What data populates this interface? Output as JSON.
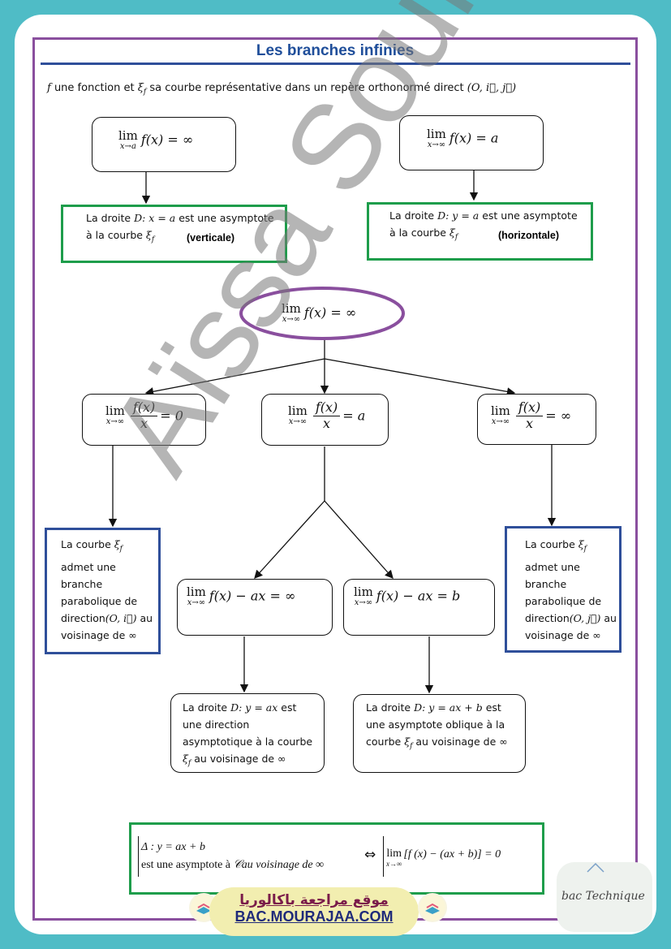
{
  "title": "Les branches infinies",
  "intro": {
    "f": "f",
    "text1": " une fonction et ",
    "xi": "ξ",
    "xi_sub": "f",
    "text2": " sa courbe représentative dans un repère orthonormé direct ",
    "frame": "(O, i⃗, j⃗)"
  },
  "box_vertical": {
    "lim_sub": "x→a",
    "expr": "f(x) = ∞",
    "text1": "La droite ",
    "eq": "D: x = a",
    "text2": " est une asymptote",
    "text3": "à la courbe ",
    "xi": "ξ",
    "xi_sub": "f",
    "kind": "(verticale)"
  },
  "box_horizontal": {
    "lim_sub": "x→∞",
    "expr": "f(x) = a",
    "text1": "La droite ",
    "eq": "D: y = a",
    "text2": " est une asymptote",
    "text3": "à la courbe ",
    "xi": "ξ",
    "xi_sub": "f",
    "kind": "(horizontale)"
  },
  "center": {
    "lim_sub": "x→∞",
    "expr": "f(x) = ∞"
  },
  "ratio_boxes": [
    {
      "lim_sub": "x→∞",
      "num": "f(x)",
      "den": "x",
      "rhs": "= 0"
    },
    {
      "lim_sub": "x→∞",
      "num": "f(x)",
      "den": "x",
      "rhs": "= a"
    },
    {
      "lim_sub": "x→∞",
      "num": "f(x)",
      "den": "x",
      "rhs": "= ∞"
    }
  ],
  "parabolic_left": {
    "lines": [
      "La courbe ",
      "admet une",
      "branche",
      "parabolique de"
    ],
    "xi": "ξ",
    "xi_sub": "f",
    "dir": "direction",
    "frame": "(O, i⃗)",
    "suffix": " au",
    "last": "voisinage de ∞"
  },
  "parabolic_right": {
    "lines": [
      "La courbe ",
      "admet une",
      "branche",
      "parabolique de"
    ],
    "xi": "ξ",
    "xi_sub": "f",
    "dir": "direction",
    "frame": "(O, j⃗)",
    "suffix": " au",
    "last": "voisinage de ∞"
  },
  "diff_boxes": [
    {
      "lim_sub": "x→∞",
      "expr": "f(x) − ax = ∞"
    },
    {
      "lim_sub": "x→∞",
      "expr": "f(x) − ax = b"
    }
  ],
  "direction_box": {
    "text1": "La droite ",
    "eq": "D: y = ax",
    "text2": " est",
    "line2": "une direction",
    "line3": "asymptotique  à la courbe",
    "xi": "ξ",
    "xi_sub": "f",
    "line4": " au voisinage de ∞"
  },
  "oblique_box": {
    "text1": "La droite ",
    "eq": "D: y = ax + b",
    "text2": " est",
    "line2": "une asymptote oblique  à la",
    "line3": "courbe ",
    "xi": "ξ",
    "xi_sub": "f",
    "line4": " au voisinage de ∞"
  },
  "summary": {
    "delta": "Δ : y  = ax + b",
    "line2a": "est une asymptote à ",
    "curve": "𝒞",
    "line2b": "au  voisinage de ∞",
    "iff": "⇔",
    "lim": "lim",
    "lim_sub": "x→∞",
    "expr": "[f  (x) − (ax + b)] = 0"
  },
  "watermark": "Aïssa Soufiene",
  "footer": {
    "arabic": "موقع مراجعة  باكالوريا",
    "site": "BAC.MOURAJAA.COM",
    "stamp": "bac Technique"
  },
  "colors": {
    "frame": "#4fbcc6",
    "border": "#8a4f9e",
    "title": "#1f4e9a",
    "green": "#1e9d4b",
    "blue": "#2f4f9a"
  }
}
